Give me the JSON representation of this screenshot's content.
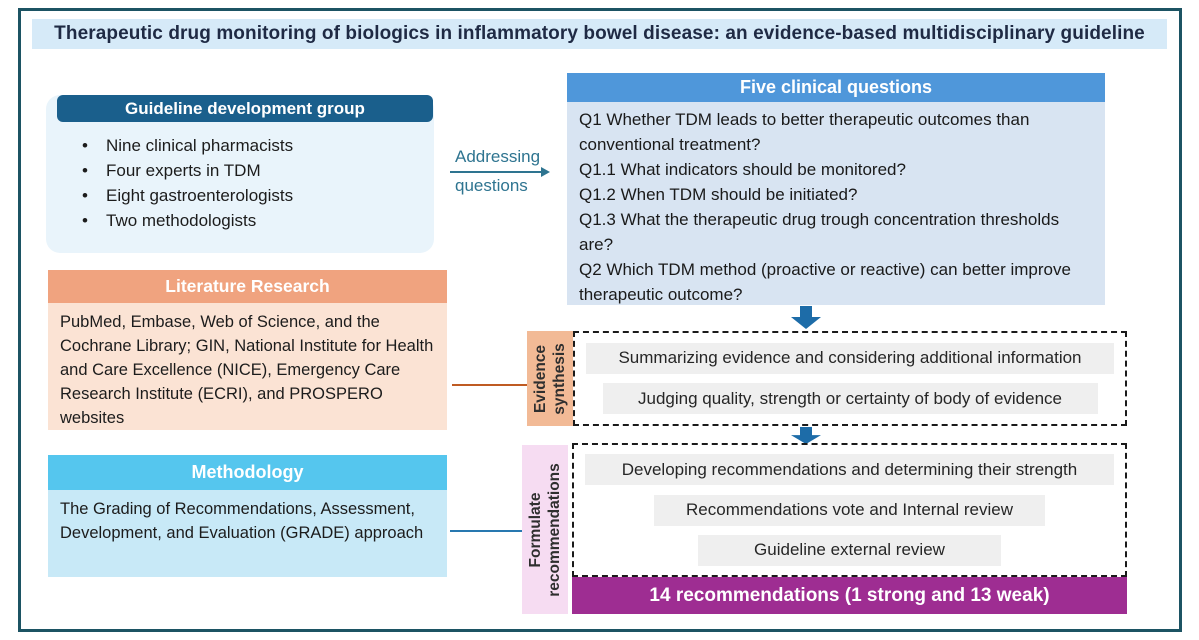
{
  "title": "Therapeutic drug monitoring of biologics in inflammatory bowel disease: an evidence-based multidisciplinary guideline",
  "development_group": {
    "header": "Guideline development group",
    "members": [
      "Nine clinical pharmacists",
      "Four experts in TDM",
      "Eight gastroenterologists",
      "Two methodologists"
    ]
  },
  "literature_research": {
    "header": "Literature Research",
    "body": "PubMed, Embase, Web of Science, and the Cochrane Library; GIN, National Institute for Health and Care Excellence (NICE), Emergency Care Research Institute (ECRI), and PROSPERO websites"
  },
  "methodology": {
    "header": "Methodology",
    "body": "The Grading of Recommendations, Assessment, Development, and Evaluation (GRADE) approach"
  },
  "addressing_questions": {
    "line1": "Addressing",
    "line2": "questions"
  },
  "clinical_questions": {
    "header": "Five clinical questions",
    "items": [
      "Q1 Whether TDM leads to better therapeutic outcomes than conventional treatment?",
      "Q1.1 What indicators should be monitored?",
      "Q1.2 When TDM should be initiated?",
      "Q1.3 What the therapeutic drug trough concentration thresholds are?",
      "Q2 Which TDM method (proactive or reactive) can better improve therapeutic outcome?"
    ]
  },
  "evidence_synthesis": {
    "label": "Evidence synthesis",
    "steps": [
      "Summarizing evidence and considering additional information",
      "Judging quality, strength or certainty of body of evidence"
    ]
  },
  "formulate_recommendations": {
    "label": "Formulate recommendations",
    "steps": [
      "Developing recommendations and determining their strength",
      "Recommendations vote and Internal review",
      "Guideline external review"
    ],
    "outcome": "14 recommendations (1 strong and 13 weak)"
  },
  "colors": {
    "frame_border": "#1C5363",
    "title_bg": "#D6EAF8",
    "title_text": "#1F2A44",
    "group_header_bg": "#1A5F8C",
    "group_body_bg": "#E9F4FB",
    "literature_header_bg": "#F0A37F",
    "literature_body_bg": "#FBE3D4",
    "methodology_header_bg": "#55C6EE",
    "methodology_body_bg": "#C8E9F7",
    "questions_header_bg": "#4F97DA",
    "questions_body_bg": "#D8E4F2",
    "down_arrow": "#1D6CA8",
    "addressing_arrow": "#2E7490",
    "literature_arrow": "#BF5B23",
    "methodology_arrow": "#2878B0",
    "evidence_label_bg": "#F2BA96",
    "formulate_label_bg": "#F6DCF2",
    "step_bar_bg": "#EFEFEF",
    "outcome_bar_bg": "#9E2D92"
  }
}
